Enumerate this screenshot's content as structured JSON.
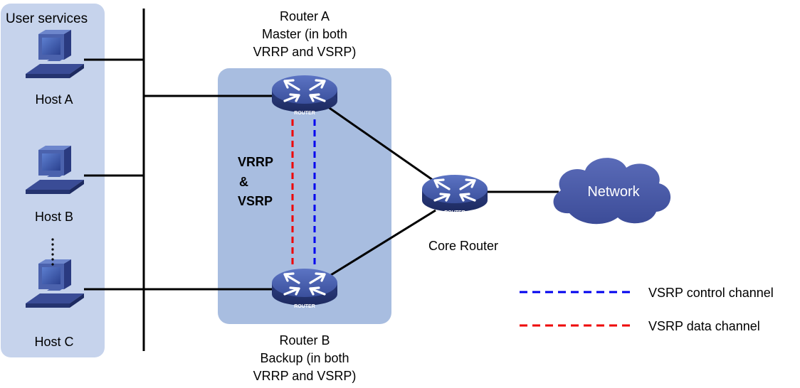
{
  "user_area": {
    "label": "User services"
  },
  "hosts": [
    {
      "id": "host-a",
      "label": "Host A"
    },
    {
      "id": "host-b",
      "label": "Host B"
    },
    {
      "id": "host-c",
      "label": "Host C"
    }
  ],
  "router_a": {
    "title": "Router A",
    "role_line1": "Master (in both",
    "role_line2": "VRRP and VSRP)",
    "badge": "ROUTER"
  },
  "router_b": {
    "title": "Router B",
    "role_line1": "Backup (in both",
    "role_line2": "VRRP and VSRP)",
    "badge": "ROUTER"
  },
  "core_router": {
    "label": "Core Router",
    "badge": "ROUTER"
  },
  "network": {
    "label": "Network"
  },
  "protocol_label": {
    "line1": "VRRP",
    "line2": "&",
    "line3": "VSRP"
  },
  "legend": [
    {
      "label": "VSRP control channel",
      "color": "#0000ee"
    },
    {
      "label": "VSRP data channel",
      "color": "#ee0000"
    }
  ],
  "colors": {
    "user_area_fill": "#c6d3ec",
    "router_group_fill": "#a8bde0",
    "router_fill": "#3f56a8",
    "cloud_fill": "#4a5aa8",
    "control_channel": "#0000ee",
    "data_channel": "#ee0000"
  }
}
